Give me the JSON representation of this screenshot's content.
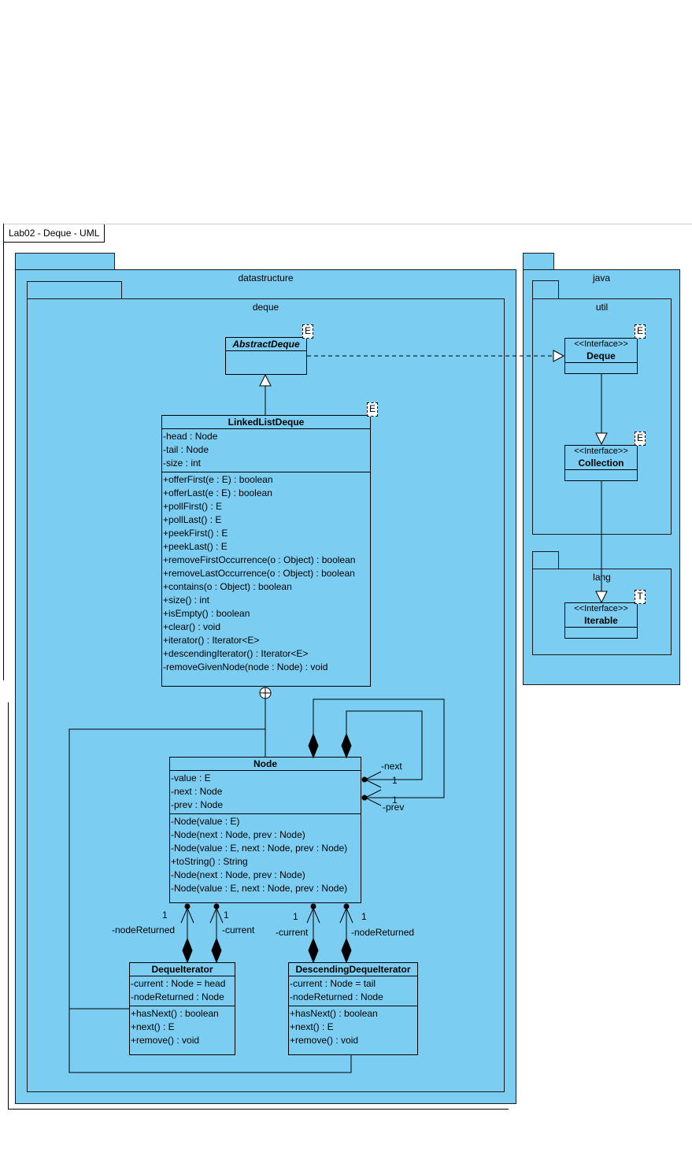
{
  "frame": {
    "title": "Lab02 - Deque - UML"
  },
  "packages": {
    "datastructure": "datastructure",
    "deque": "deque",
    "java": "java",
    "util": "util",
    "lang": "lang"
  },
  "classes": {
    "abstract_deque": {
      "name": "AbstractDeque",
      "type_param": "E"
    },
    "deque_interface": {
      "stereotype": "<<Interface>>",
      "name": "Deque",
      "type_param": "E"
    },
    "collection_interface": {
      "stereotype": "<<Interface>>",
      "name": "Collection",
      "type_param": "E"
    },
    "iterable_interface": {
      "stereotype": "<<Interface>>",
      "name": "Iterable",
      "type_param": "T"
    },
    "linked_list_deque": {
      "name": "LinkedListDeque",
      "type_param": "E",
      "attributes": [
        "-head : Node",
        "-tail : Node",
        "-size : int"
      ],
      "operations": [
        "+offerFirst(e : E) : boolean",
        "+offerLast(e : E) : boolean",
        "+pollFirst() : E",
        "+pollLast() : E",
        "+peekFirst() : E",
        "+peekLast() : E",
        "+removeFirstOccurrence(o : Object) : boolean",
        "+removeLastOccurrence(o : Object) : boolean",
        "+contains(o : Object) : boolean",
        "+size() : int",
        "+isEmpty() : boolean",
        "+clear() : void",
        "+iterator() : Iterator<E>",
        "+descendingIterator() : Iterator<E>",
        "-removeGivenNode(node : Node) : void"
      ]
    },
    "node": {
      "name": "Node",
      "attributes": [
        "-value : E",
        "-next : Node",
        "-prev : Node"
      ],
      "operations": [
        "-Node(value : E)",
        "-Node(next : Node, prev : Node)",
        "-Node(value : E, next : Node, prev : Node)",
        "+toString() : String",
        "-Node(next : Node, prev : Node)",
        "-Node(value : E, next : Node, prev : Node)"
      ]
    },
    "deque_iterator": {
      "name": "DequeIterator",
      "attributes": [
        "-current : Node = head",
        "-nodeReturned : Node"
      ],
      "operations": [
        "+hasNext() : boolean",
        "+next() : E",
        "+remove() : void"
      ]
    },
    "descending_deque_iterator": {
      "name": "DescendingDequeIterator",
      "attributes": [
        "-current : Node = tail",
        "-nodeReturned : Node"
      ],
      "operations": [
        "+hasNext() : boolean",
        "+next() : E",
        "+remove() : void"
      ]
    }
  },
  "association_labels": {
    "next_role": "-next",
    "next_mult": "1",
    "prev_role": "-prev",
    "prev_mult": "1",
    "di_node_returned_mult": "1",
    "di_node_returned_role": "-nodeReturned",
    "di_current_mult": "1",
    "di_current_role": "-current",
    "ddi_current_mult": "1",
    "ddi_current_role": "-current",
    "ddi_node_returned_mult": "1",
    "ddi_node_returned_role": "-nodeReturned"
  }
}
